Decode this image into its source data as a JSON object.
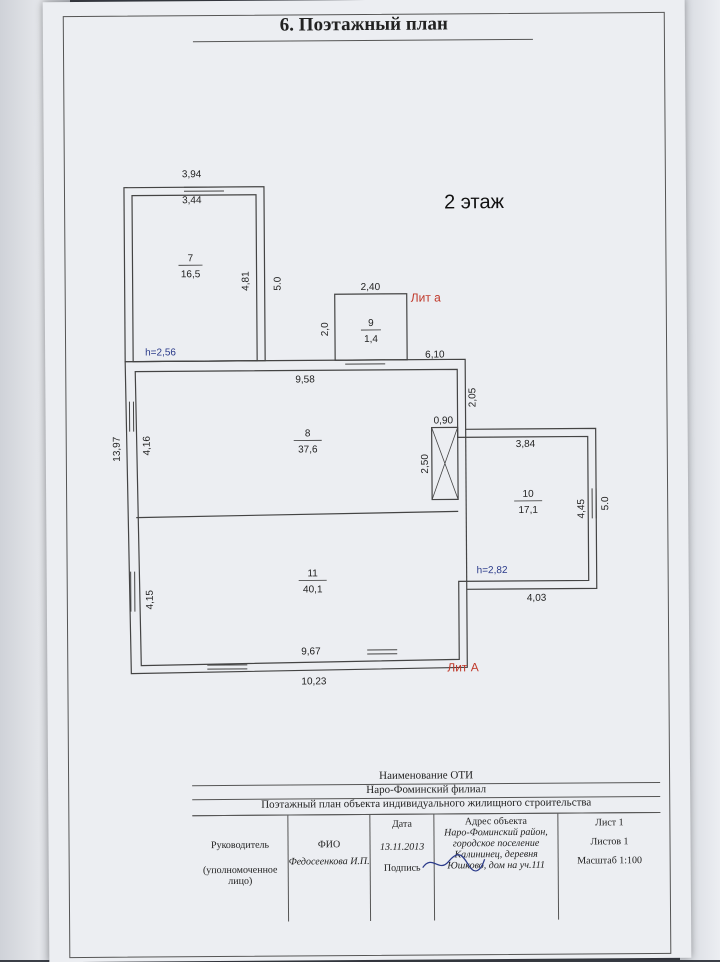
{
  "title": "6. Поэтажный план",
  "floor_label": "2 этаж",
  "lit_small": "Лит а",
  "lit_big": "Лит А",
  "dimensions": {
    "d394": "3,94",
    "d344": "3,44",
    "d481": "4,81",
    "d50a": "5.0",
    "d240": "2,40",
    "d20": "2,0",
    "d610": "6,10",
    "d958": "9,58",
    "d205": "2,05",
    "d090": "0,90",
    "d250": "2,50",
    "d384": "3,84",
    "d1397": "13,97",
    "d416": "4,16",
    "d415": "4,15",
    "d445": "4,45",
    "d50b": "5.0",
    "d403": "4,03",
    "d967": "9,67",
    "d1023": "10,23"
  },
  "heights": {
    "h1": "h=2,56",
    "h2": "h=2,82"
  },
  "rooms": [
    {
      "num": "7",
      "area": "16,5"
    },
    {
      "num": "9",
      "area": "1,4"
    },
    {
      "num": "8",
      "area": "37,6"
    },
    {
      "num": "10",
      "area": "17,1"
    },
    {
      "num": "11",
      "area": "40,1"
    }
  ],
  "stamp": {
    "name_oti": "Наименование ОТИ",
    "branch": "Наро-Фоминский филиал",
    "doc_title": "Поэтажный план объекта индивидуального жилищного строительства",
    "head_label": "Руководитель",
    "head_sub": "(уполномоченное лицо)",
    "fio_label": "ФИО",
    "fio_value": "Федосеенкова И.П.",
    "date_label": "Дата",
    "date_value": "13.11.2013",
    "sign_label": "Подпись",
    "addr_label": "Адрес объекта",
    "addr_value": "Наро-Фоминский район, городское поселение Калининец, деревня Юшково, дом на уч.111",
    "sheet": "Лист 1",
    "sheets": "Листов 1",
    "scale": "Масштаб 1:100"
  }
}
